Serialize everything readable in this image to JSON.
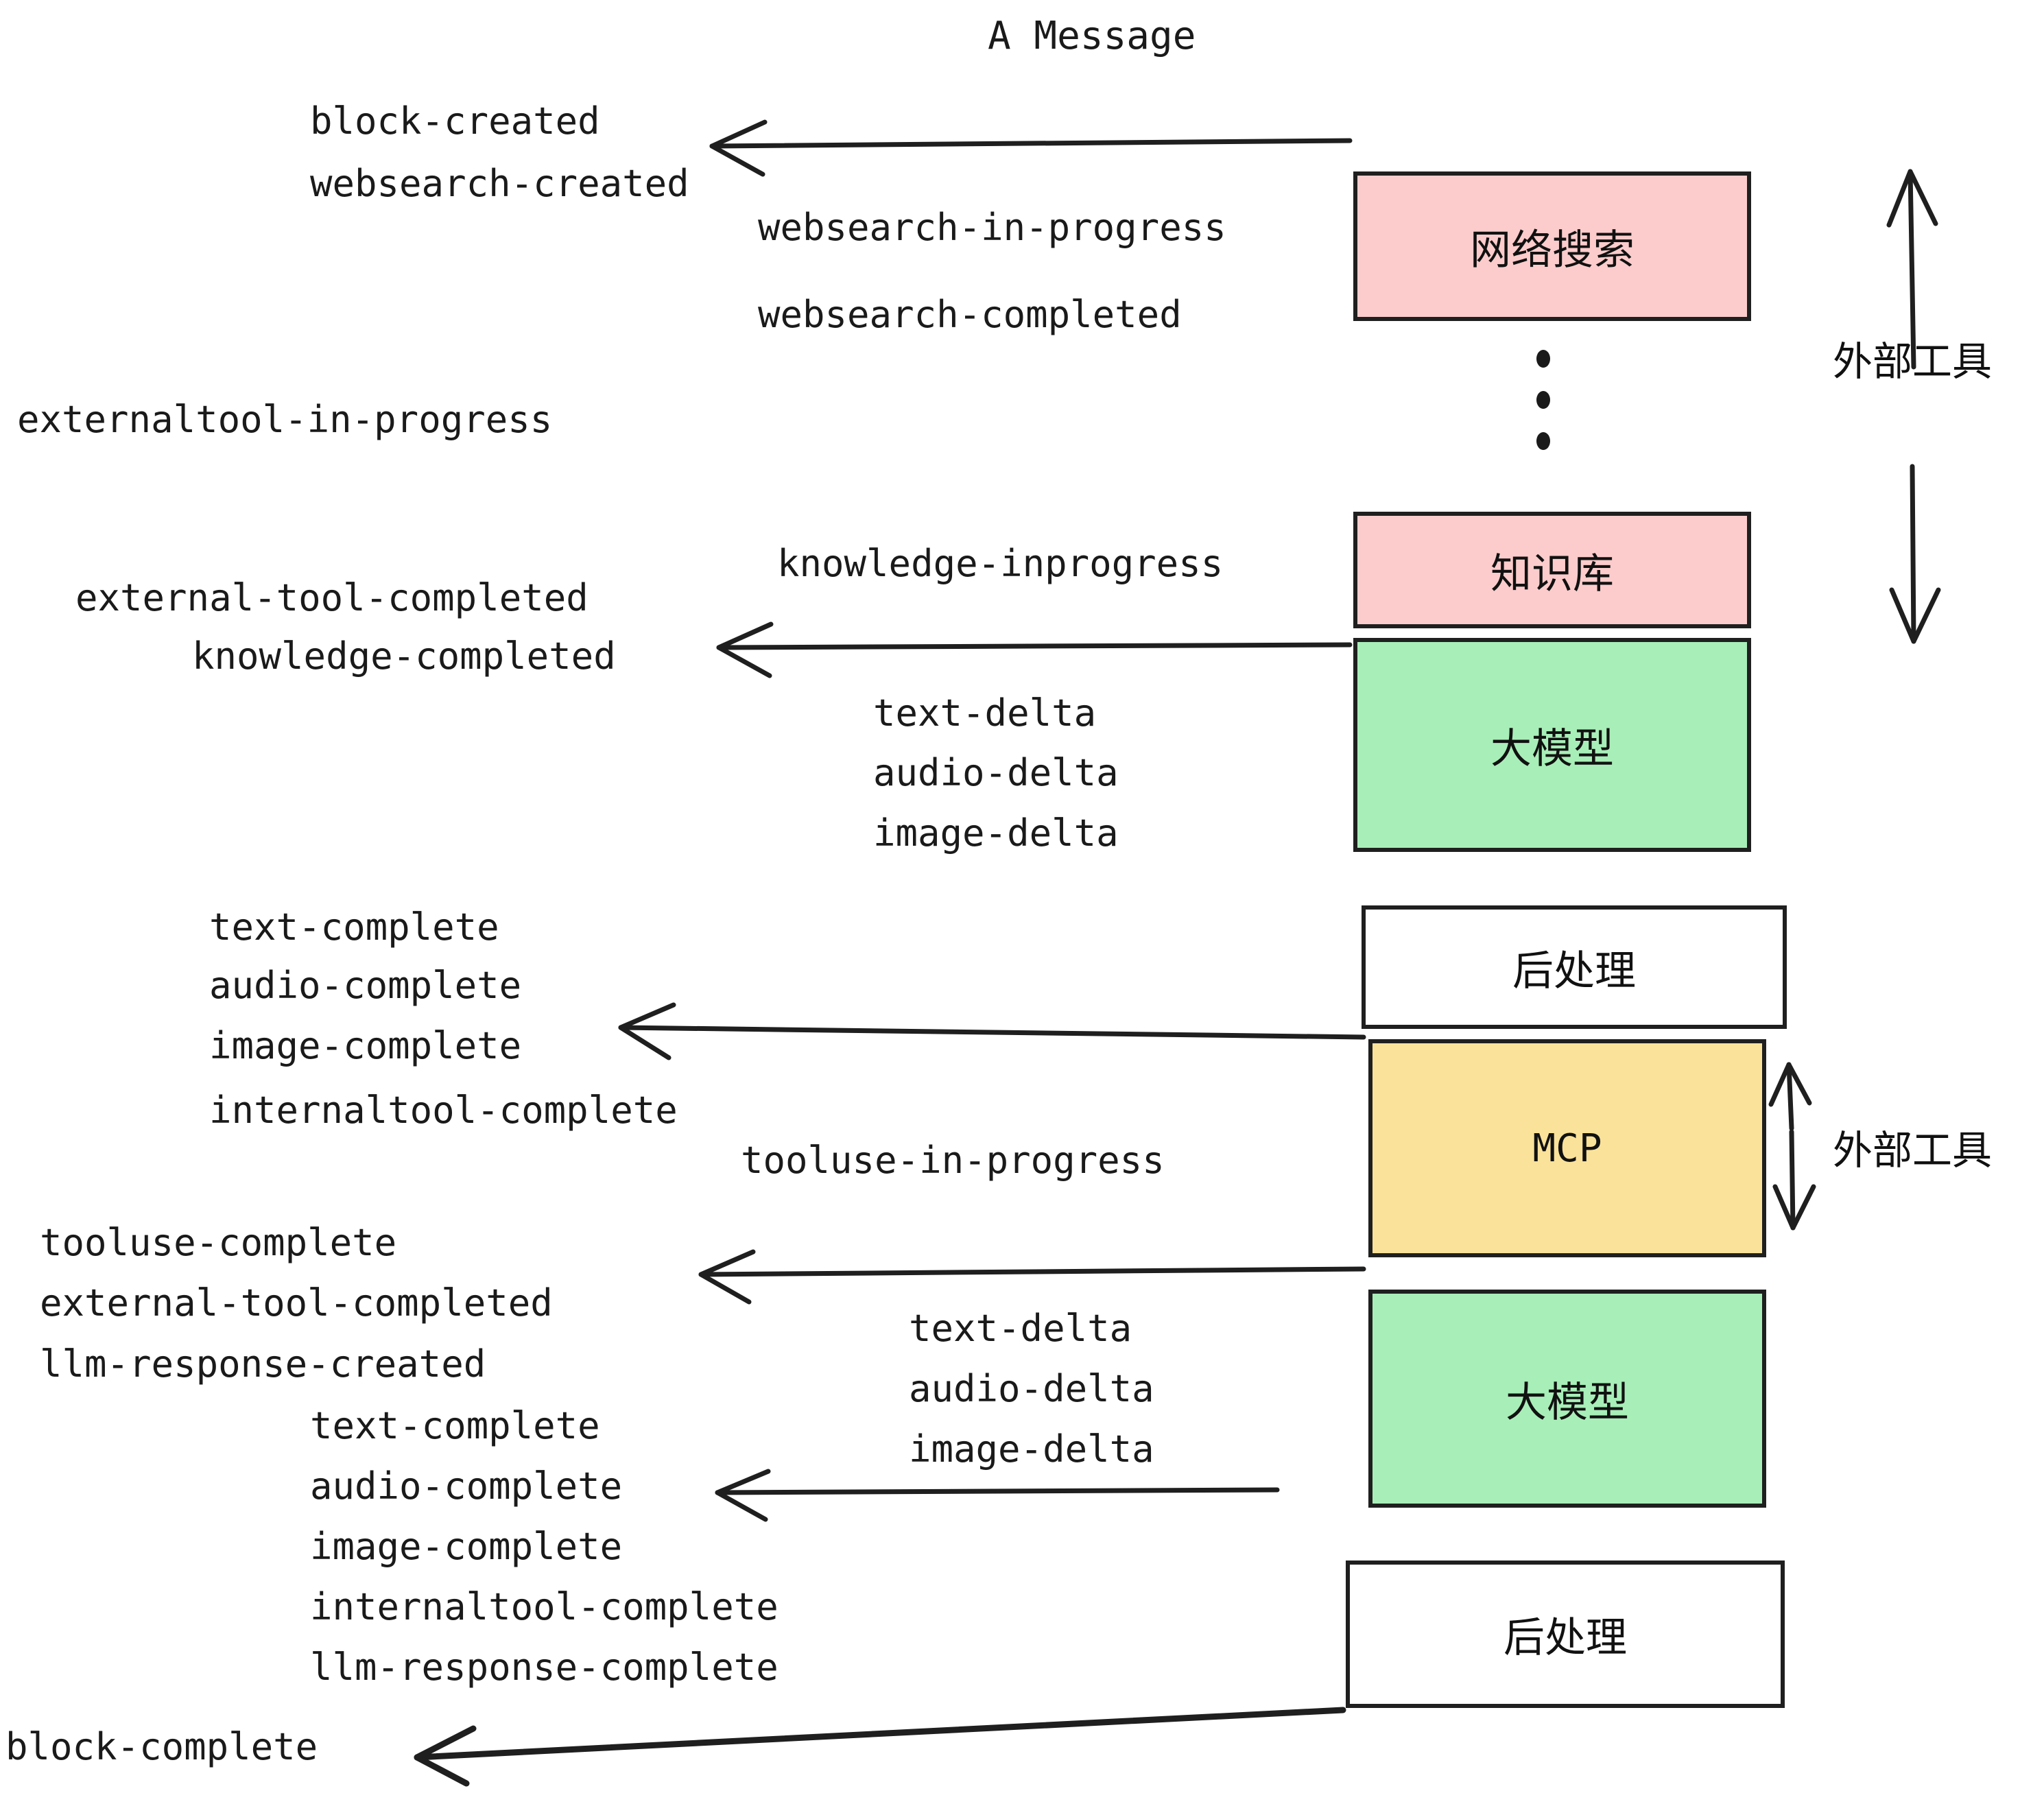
{
  "title": "A Message",
  "nodes": [
    {
      "id": "websearch",
      "label": "网络搜索",
      "color": "#fccccc",
      "script": "cjk"
    },
    {
      "id": "knowledge",
      "label": "知识库",
      "color": "#fccccc",
      "script": "cjk"
    },
    {
      "id": "llm-1",
      "label": "大模型",
      "color": "#a8eeb8",
      "script": "cjk"
    },
    {
      "id": "postprocess-1",
      "label": "后处理",
      "color": "#ffffff",
      "script": "cjk"
    },
    {
      "id": "mcp",
      "label": "MCP",
      "color": "#fae29a",
      "script": "mono"
    },
    {
      "id": "llm-2",
      "label": "大模型",
      "color": "#a8eeb8",
      "script": "cjk"
    },
    {
      "id": "postprocess-2",
      "label": "后处理",
      "color": "#ffffff",
      "script": "cjk"
    }
  ],
  "side_labels": [
    {
      "id": "external-tools-upper",
      "label": "外部工具"
    },
    {
      "id": "external-tools-lower",
      "label": "外部工具"
    }
  ],
  "events": {
    "left_column": [
      "block-created",
      "websearch-created",
      "externaltool-in-progress",
      "external-tool-completed",
      "knowledge-completed",
      "text-complete",
      "audio-complete",
      "image-complete",
      "internaltool-complete",
      "tooluse-complete",
      "external-tool-completed",
      "llm-response-created",
      "text-complete",
      "audio-complete",
      "image-complete",
      "internaltool-complete",
      "llm-response-complete",
      "block-complete"
    ],
    "mid_column": [
      "websearch-in-progress",
      "websearch-completed",
      "knowledge-inprogress",
      "text-delta",
      "audio-delta",
      "image-delta",
      "tooluse-in-progress",
      "text-delta",
      "audio-delta",
      "image-delta"
    ]
  },
  "labels": {
    "block_created": "block-created",
    "websearch_created": "websearch-created",
    "websearch_in_progress": "websearch-in-progress",
    "websearch_completed": "websearch-completed",
    "externaltool_in_progress": "externaltool-in-progress",
    "knowledge_inprogress": "knowledge-inprogress",
    "external_tool_completed_1": "external-tool-completed",
    "knowledge_completed": "knowledge-completed",
    "text_delta_1": "text-delta",
    "audio_delta_1": "audio-delta",
    "image_delta_1": "image-delta",
    "text_complete_1": "text-complete",
    "audio_complete_1": "audio-complete",
    "image_complete_1": "image-complete",
    "internaltool_complete_1": "internaltool-complete",
    "tooluse_in_progress": "tooluse-in-progress",
    "tooluse_complete": "tooluse-complete",
    "external_tool_completed_2": "external-tool-completed",
    "llm_response_created": "llm-response-created",
    "text_delta_2": "text-delta",
    "audio_delta_2": "audio-delta",
    "image_delta_2": "image-delta",
    "text_complete_2": "text-complete",
    "audio_complete_2": "audio-complete",
    "image_complete_2": "image-complete",
    "internaltool_complete_2": "internaltool-complete",
    "llm_response_complete": "llm-response-complete",
    "block_complete": "block-complete"
  },
  "colors": {
    "pink": "#fccccc",
    "green": "#a8eeb8",
    "yellow": "#fae29a",
    "white": "#ffffff",
    "stroke": "#1f1f1f",
    "text": "#1a1a1a",
    "background": "#ffffff"
  }
}
